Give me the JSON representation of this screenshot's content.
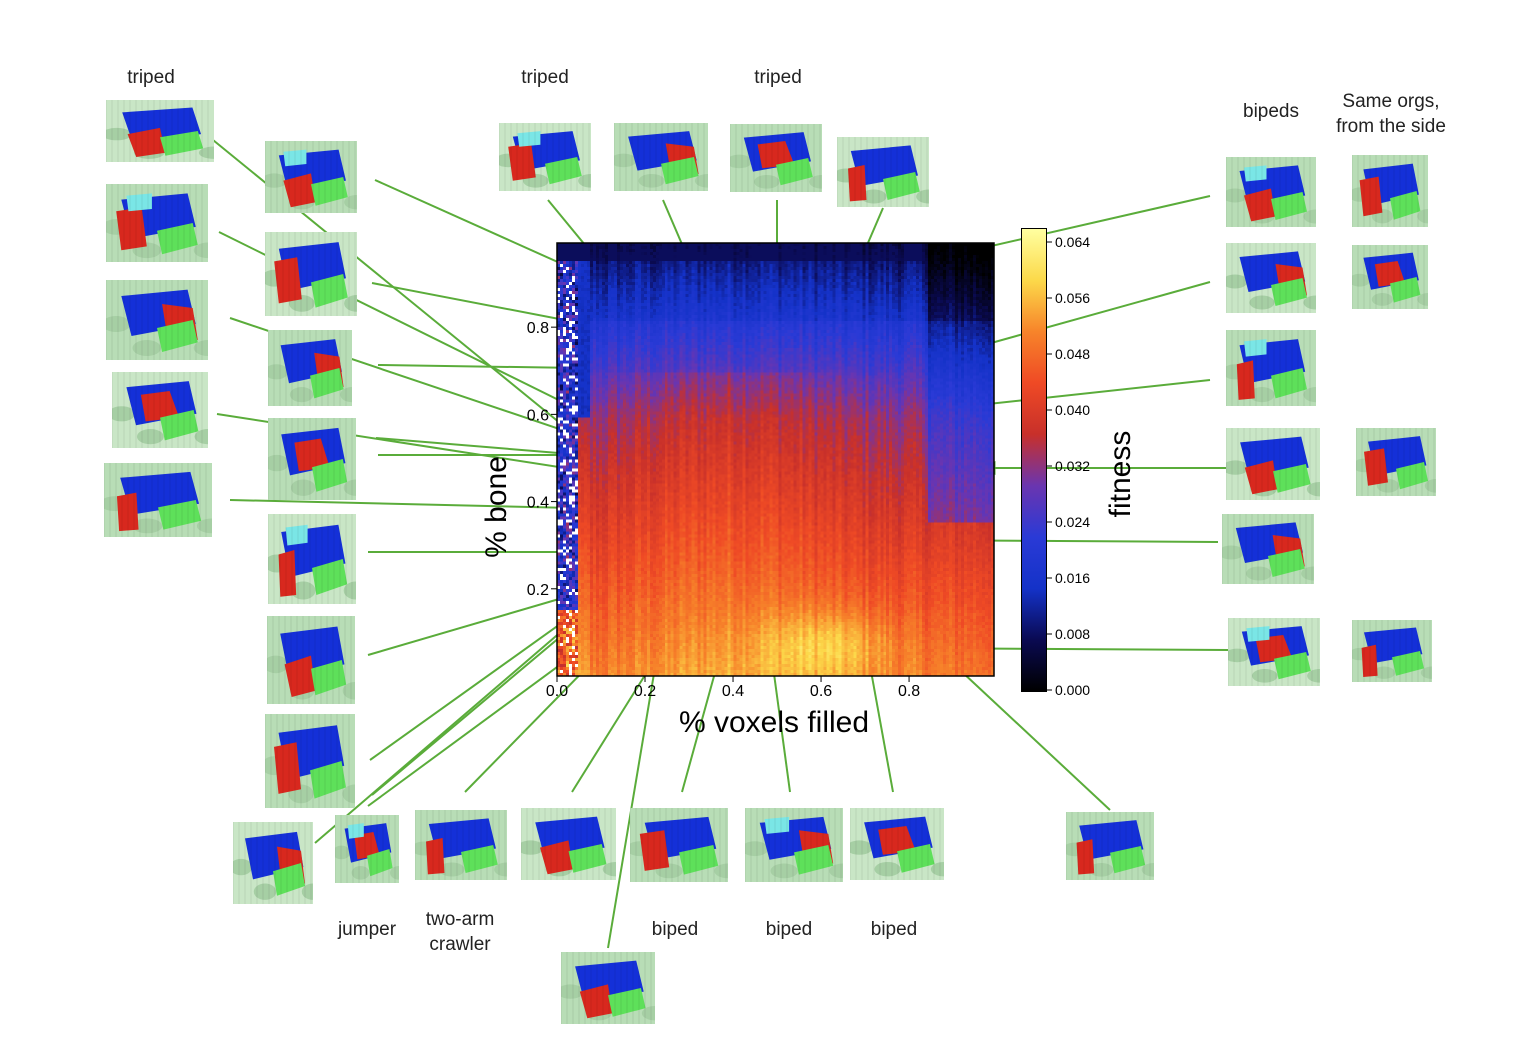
{
  "chart_data": {
    "type": "heatmap",
    "xlabel": "% voxels filled",
    "ylabel": "% bone",
    "x_ticks": [
      "0.0",
      "0.2",
      "0.4",
      "0.6",
      "0.8"
    ],
    "y_ticks": [
      "0.2",
      "0.4",
      "0.6",
      "0.8"
    ],
    "xlim": [
      0,
      1
    ],
    "ylim": [
      0,
      1
    ],
    "colorbar": {
      "label": "fitness",
      "ticks": [
        "0.064",
        "0.056",
        "0.048",
        "0.040",
        "0.032",
        "0.024",
        "0.016",
        "0.008",
        "0.000"
      ],
      "range": [
        0,
        0.066
      ],
      "colormap": [
        "#000000",
        "#0a0a52",
        "#1432c8",
        "#2a3ad6",
        "#6a35b0",
        "#c8302a",
        "#ef4a25",
        "#f7842a",
        "#fcd94a",
        "#ffffa0"
      ]
    },
    "surface_notes": "fitness low near top (bone>0.8) and left edge; high (orange/red) for bone<0.4 and voxels 0.2-0.8"
  },
  "annotations": {
    "triped_left": "triped",
    "triped_top_1": "triped",
    "triped_top_2": "triped",
    "bipeds": "bipeds",
    "same_orgs_line1": "Same orgs,",
    "same_orgs_line2": "from the side",
    "jumper": "jumper",
    "two_arm_line1": "two-arm",
    "two_arm_line2": "crawler",
    "biped_1": "biped",
    "biped_2": "biped",
    "biped_3": "biped"
  },
  "colors": {
    "arrow": "#5aac3a",
    "body_blue": "#1430d8",
    "muscle_red": "#d8281e",
    "muscle_green": "#5ee05a",
    "cyan": "#7ae6e6",
    "ground": "#b8ddb6"
  }
}
